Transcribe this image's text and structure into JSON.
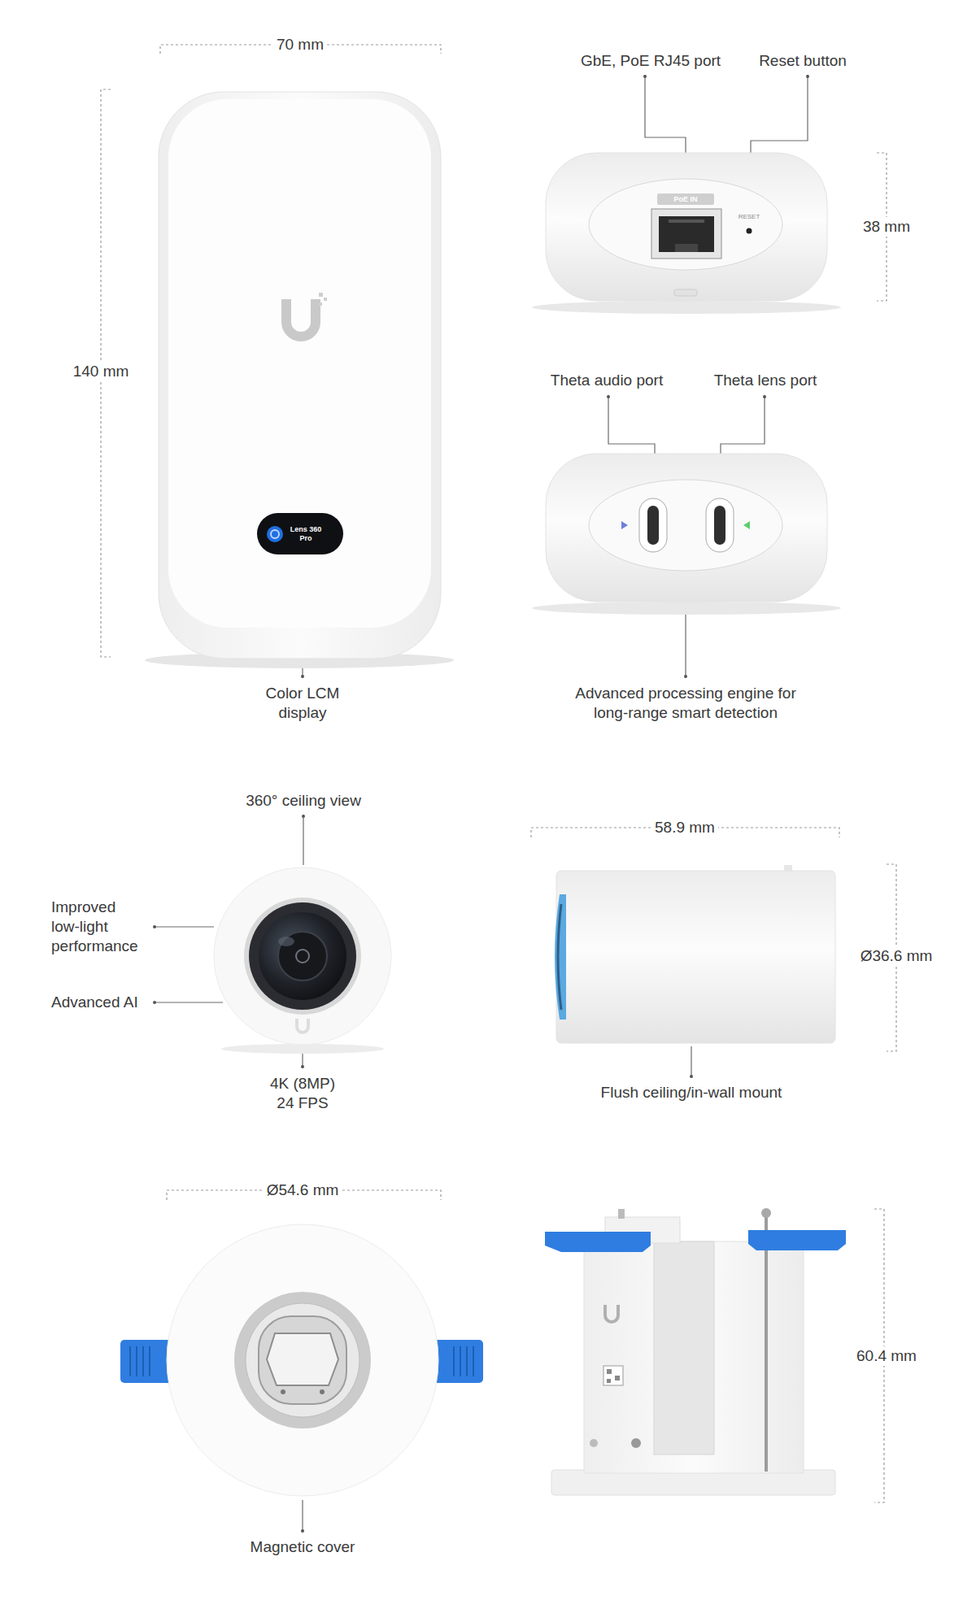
{
  "diagram": {
    "nodes": [
      {
        "text": [
          "PoE IN"
        ]
      },
      {
        "text": [
          "Lens 360 Pro"
        ]
      }
    ],
    "labels": [
      "70 mm",
      "140 mm",
      "GbE, PoE RJ45 port",
      "Reset button",
      "RESET",
      "38 mm",
      "Theta audio port",
      "Theta lens port",
      "Color LCM display",
      "Advanced processing engine for long-range smart detection",
      "360° ceiling view",
      "58.9 mm",
      "Improved low-light performance",
      "Advanced AI",
      "Ø36.6 mm",
      "4K (8MP) 24 FPS",
      "Flush ceiling/in-wall mount",
      "Ø54.6 mm",
      "60.4 mm",
      "Magnetic cover"
    ]
  }
}
